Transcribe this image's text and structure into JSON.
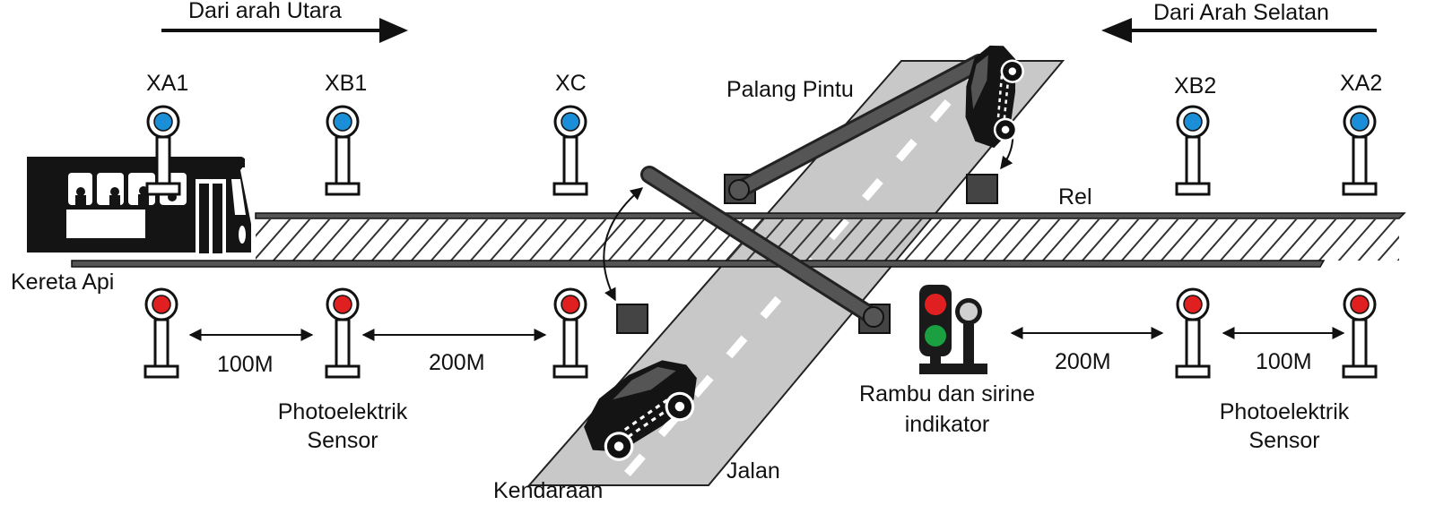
{
  "directions": {
    "north": "Dari arah Utara",
    "south": "Dari Arah Selatan"
  },
  "sensors": {
    "xa1": "XA1",
    "xb1": "XB1",
    "xc": "XC",
    "xb2": "XB2",
    "xa2": "XA2"
  },
  "labels": {
    "gate": "Palang Pintu",
    "rail": "Rel",
    "train": "Kereta Api",
    "road": "Jalan",
    "vehicle": "Kendaraan",
    "signal": [
      "Rambu dan sirine",
      "indikator"
    ],
    "sensor_left": [
      "Photoelektrik",
      "Sensor"
    ],
    "sensor_right": [
      "Photoelektrik",
      "Sensor"
    ]
  },
  "distances": {
    "left_1": "100M",
    "left_2": "200M",
    "right_1": "200M",
    "right_2": "100M"
  },
  "colors": {
    "receiver": "#1a8fd8",
    "emitter": "#e02020",
    "signal_red": "#e02020",
    "signal_green": "#1aa040",
    "road": "#c8c8c8",
    "ink": "#1a1a1a"
  },
  "icons": [
    "arrow-right-icon",
    "arrow-left-icon",
    "train-icon",
    "car-icon",
    "traffic-light-icon",
    "gate-barrier-icon",
    "photo-sensor-icon"
  ]
}
